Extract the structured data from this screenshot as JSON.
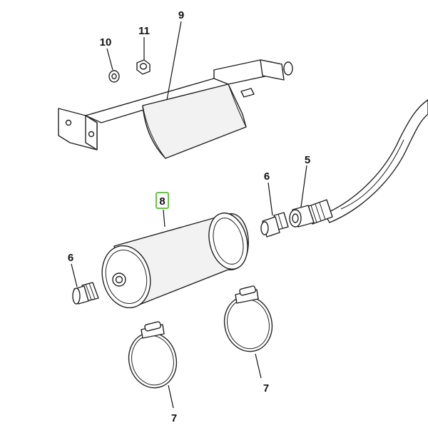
{
  "callouts": {
    "c5": "5",
    "c6_upper": "6",
    "c6_left": "6",
    "c7_left": "7",
    "c7_right": "7",
    "c8": "8",
    "c9": "9",
    "c10": "10",
    "c11": "11"
  },
  "highlighted_callout": "8",
  "colors": {
    "highlight": "#6cc04a",
    "line": "#222222",
    "background": "#ffffff"
  }
}
